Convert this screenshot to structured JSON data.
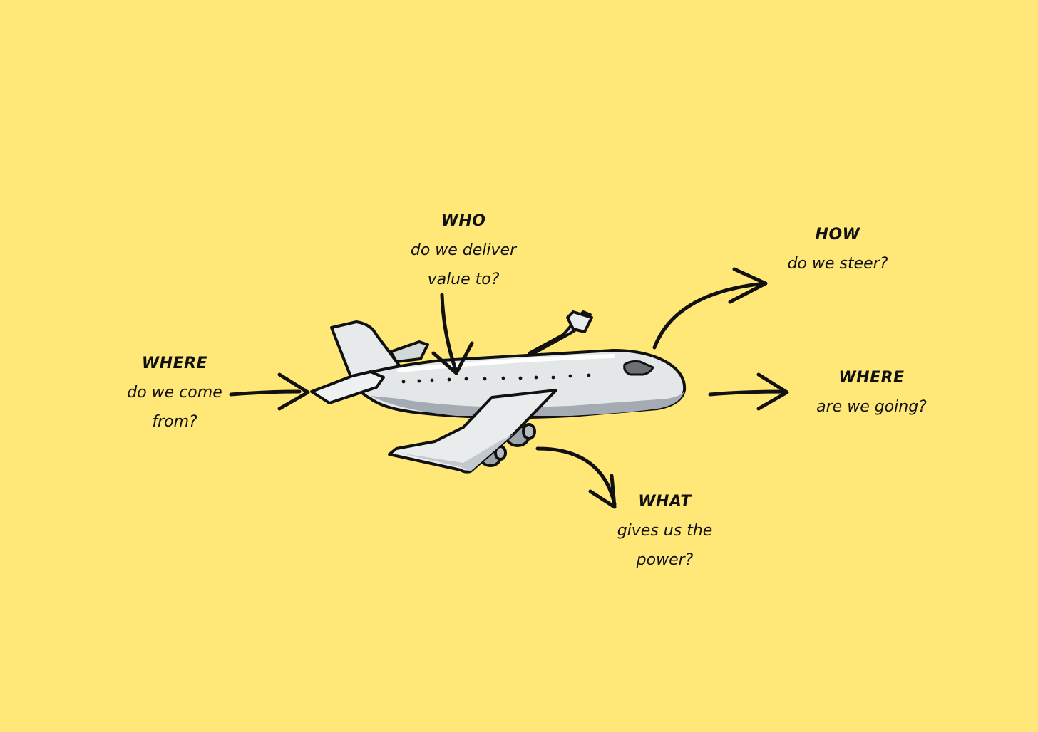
{
  "background_color": "#FFE778",
  "ink_color": "#111111",
  "labels": {
    "who": {
      "heading": "WHO",
      "line1": "do we deliver",
      "line2": "value to?"
    },
    "how": {
      "heading": "HOW",
      "line1": "do we steer?"
    },
    "where_from": {
      "heading": "WHERE",
      "line1": "do we come",
      "line2": "from?"
    },
    "where_to": {
      "heading": "WHERE",
      "line1": "are we going?"
    },
    "what": {
      "heading": "WHAT",
      "line1": "gives us the",
      "line2": "power?"
    }
  },
  "illustration": {
    "subject": "airplane",
    "arrows": [
      "arrow-into-tail",
      "arrow-down-into-cabin",
      "curved-arrow-up-from-nose",
      "arrow-ahead-of-nose",
      "curved-arrow-down-from-engine"
    ]
  }
}
